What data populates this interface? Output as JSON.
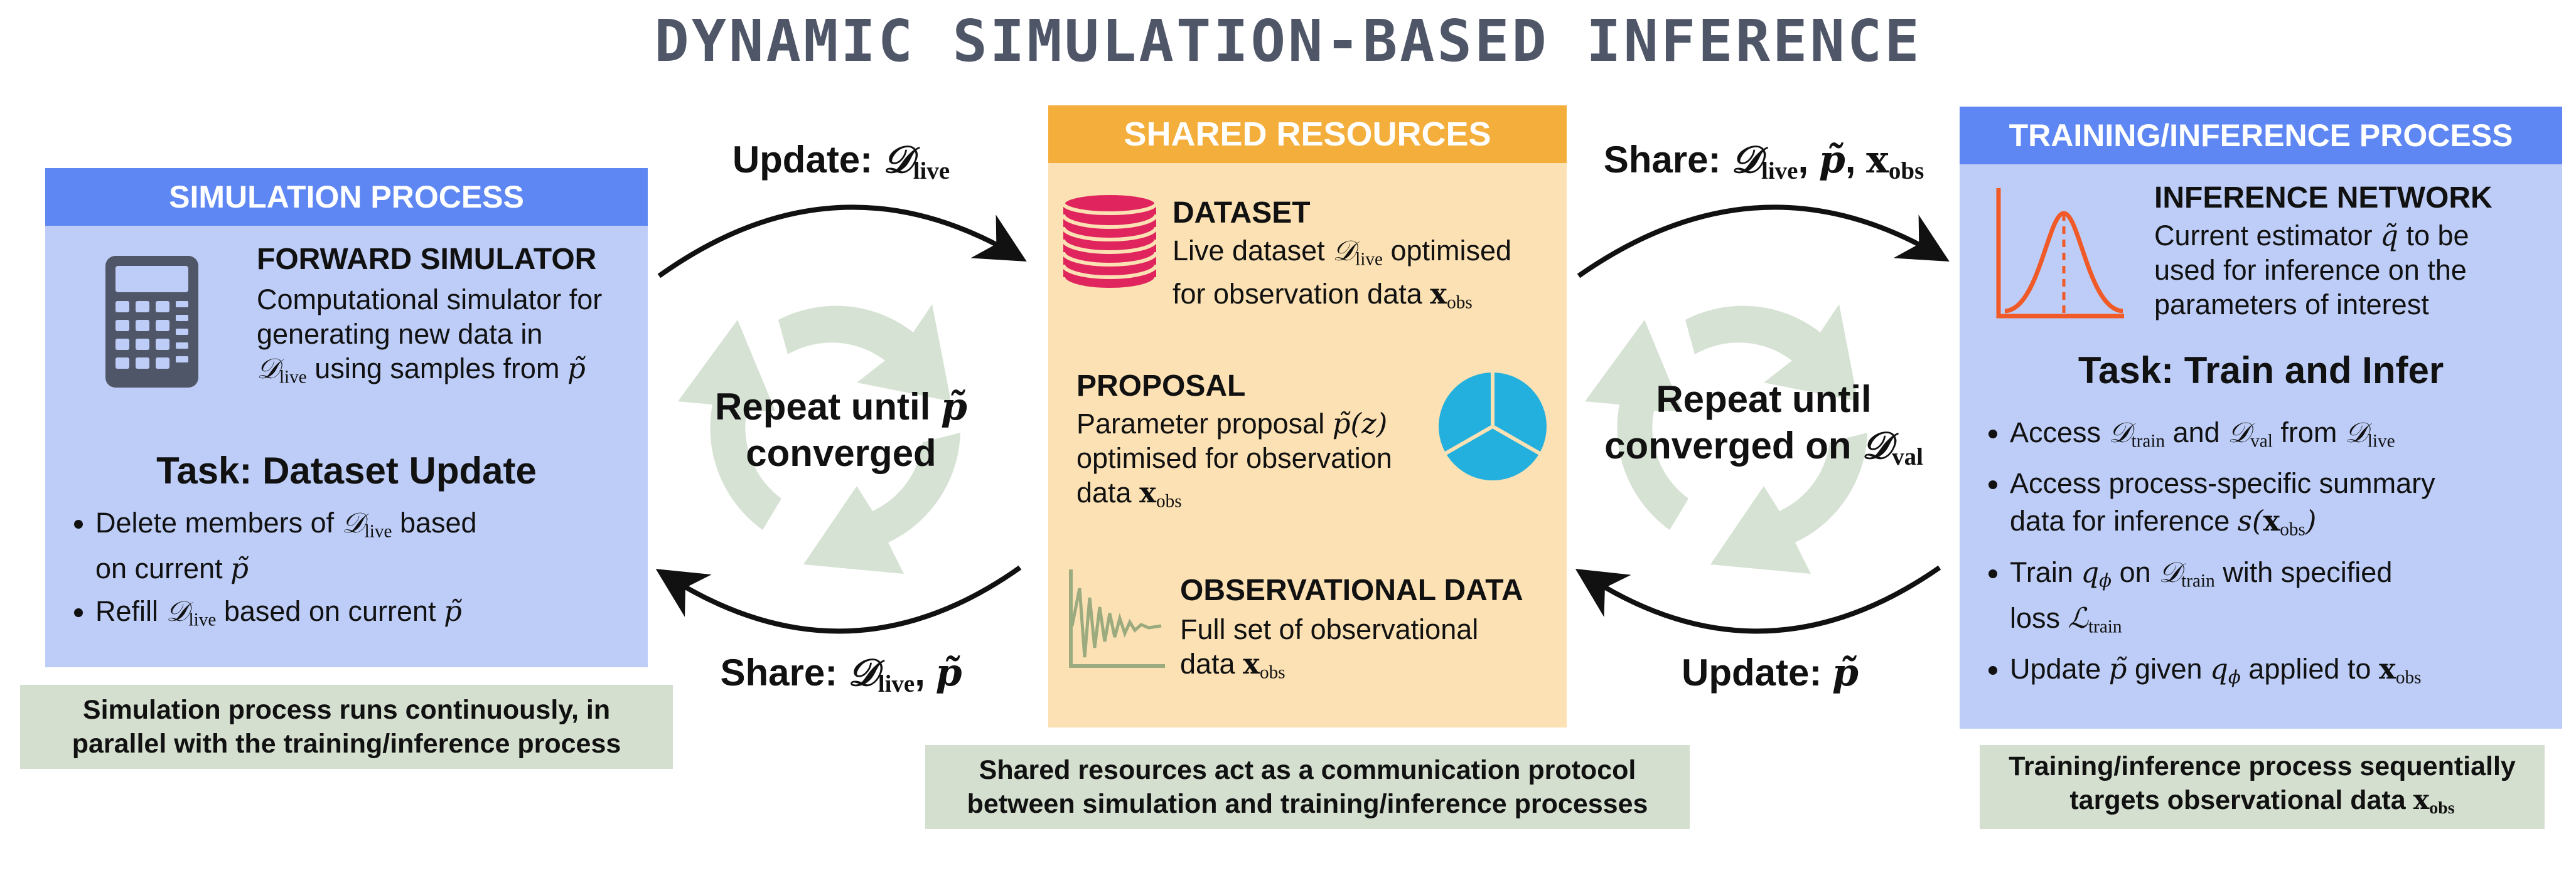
{
  "title": "DYNAMIC SIMULATION-BASED INFERENCE",
  "colors": {
    "blue_panel": "#bdcdf7",
    "blue_header": "#5e87f3",
    "shared_panel": "#fbe1b3",
    "shared_header": "#f4ae3c",
    "note_bg": "#d4dfcf",
    "dataset_icon": "#e0245e",
    "proposal_icon": "#23b0de",
    "inference_curve": "#f05a28"
  },
  "simulation": {
    "header": "SIMULATION PROCESS",
    "icon": "calculator-icon",
    "heading": "FORWARD SIMULATOR",
    "desc_1": "Computational simulator for",
    "desc_2": "generating new data in",
    "desc_3a": "𝒟",
    "desc_3b": "live",
    "desc_3c": " using samples from ",
    "desc_3d": "p̃",
    "task": "Task: Dataset Update",
    "bullets": [
      {
        "a": "Delete members of ",
        "sym": "𝒟",
        "sub": "live",
        "b": " based",
        "c": "on current ",
        "p": "p̃"
      },
      {
        "a": "Refill ",
        "sym": "𝒟",
        "sub": "live",
        "b": " based on current ",
        "p": "p̃"
      }
    ],
    "note": "Simulation process runs continuously, in parallel with the training/inference process"
  },
  "shared": {
    "header": "SHARED RESOURCES",
    "dataset_icon": "database-icon",
    "dataset_heading": "DATASET",
    "dataset_1a": "Live dataset ",
    "dataset_1b": "𝒟",
    "dataset_1c": "live",
    "dataset_1d": " optimised",
    "dataset_2a": "for observation data ",
    "dataset_2b": "x",
    "dataset_2c": "obs",
    "proposal_heading": "PROPOSAL",
    "proposal_icon": "pie-chart-icon",
    "proposal_1a": "Parameter proposal ",
    "proposal_1b": "p̃(z)",
    "proposal_2": "optimised for observation",
    "proposal_3a": "data ",
    "proposal_3b": "x",
    "proposal_3c": "obs",
    "obs_heading": "OBSERVATIONAL DATA",
    "obs_icon": "damped-signal-icon",
    "obs_1": "Full set of observational",
    "obs_2a": "data ",
    "obs_2b": "x",
    "obs_2c": "obs",
    "note": "Shared resources act as a communication protocol between simulation and training/inference processes"
  },
  "training": {
    "header": "TRAINING/INFERENCE PROCESS",
    "icon": "gaussian-curve-icon",
    "heading": "INFERENCE NETWORK",
    "desc_1a": "Current estimator ",
    "desc_1b": "q̃",
    "desc_1c": " to be",
    "desc_2": "used for inference on the",
    "desc_3": "parameters of interest",
    "task": "Task: Train and Infer",
    "b1a": "Access ",
    "b1b": "𝒟",
    "b1c": "train",
    "b1d": " and ",
    "b1e": "𝒟",
    "b1f": "val",
    "b1g": " from ",
    "b1h": "𝒟",
    "b1i": "live",
    "b2a": "Access process-specific summary",
    "b2b": "data for inference ",
    "b2c": "s(",
    "b2d": "x",
    "b2e": "obs",
    "b2f": ")",
    "b3a": "Train ",
    "b3b": "q",
    "b3c": "ϕ",
    "b3d": " on ",
    "b3e": "𝒟",
    "b3f": "train",
    "b3g": " with specified",
    "b3h": "loss ",
    "b3i": "ℒ",
    "b3j": "train",
    "b4a": "Update ",
    "b4b": "p̃",
    "b4c": " given ",
    "b4d": "q",
    "b4e": "ϕ",
    "b4f": " applied to ",
    "b4g": "x",
    "b4h": "obs",
    "note_1": "Training/inference process sequentially",
    "note_2a": "targets observational data ",
    "note_2b": "x",
    "note_2c": "obs"
  },
  "flows": {
    "update_left_a": "Update: ",
    "update_left_b": "𝒟",
    "update_left_c": "live",
    "share_left_a": "Share: ",
    "share_left_b": "𝒟",
    "share_left_c": "live",
    "share_left_d": ", ",
    "share_left_e": "p̃",
    "share_right_a": "Share: ",
    "share_right_b": "𝒟",
    "share_right_c": "live",
    "share_right_d": ", ",
    "share_right_e": "p̃",
    "share_right_f": ", ",
    "share_right_g": "x",
    "share_right_h": "obs",
    "update_right_a": "Update: ",
    "update_right_b": "p̃",
    "repeat_left_1a": "Repeat until ",
    "repeat_left_1b": "p̃",
    "repeat_left_2": "converged",
    "repeat_right_1": "Repeat until",
    "repeat_right_2a": "converged on ",
    "repeat_right_2b": "𝒟",
    "repeat_right_2c": "val",
    "cycle_icon": "recycle-arrows-icon"
  }
}
